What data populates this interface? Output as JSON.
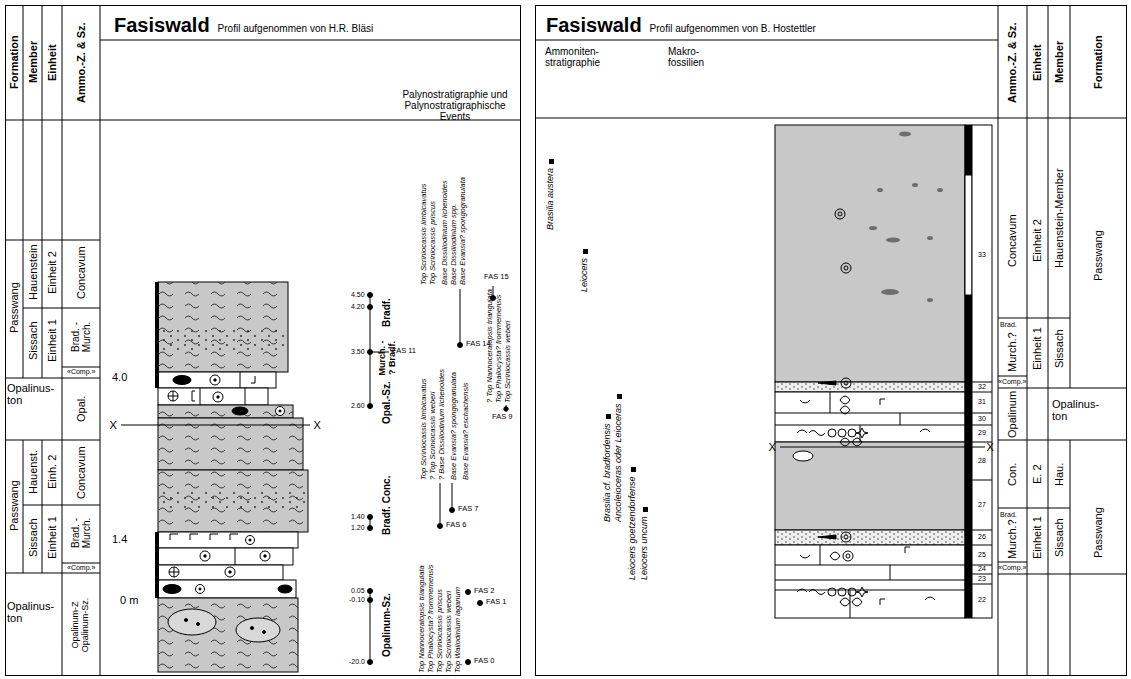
{
  "diagram": {
    "nodes": [
      {
        "text": [
          "Fasiswald",
          "Profil aufgenommen von H.R. Bläsi"
        ]
      },
      {
        "text": [
          "Fasiswald",
          "Profil aufgenommen von B. Hostettler"
        ]
      }
    ],
    "labels": [
      "Formation",
      "Member",
      "Einheit",
      "Ammo.-Z. & Sz.",
      "Palynostratigraphie und Palynostratigraphische Events",
      "Passwang",
      "Hauenstein",
      "Einheit 2",
      "Concavum",
      "Sissach",
      "Einheit 1",
      "Brad. - Murch.",
      "«Comp.»",
      "Opalinus- ton",
      "Opal.",
      "Passwang",
      "Hauenst.",
      "Einh. 2",
      "Concavum",
      "Sissach",
      "Einheit 1",
      "Brad. - Murch.",
      "«Comp.»",
      "Opalinus- ton",
      "Opalinum-Z Opalinum-Sz.",
      "4.0",
      "X",
      "X",
      "1.4",
      "0 m",
      "4.50",
      "4.20",
      "3.50",
      "2.60",
      "1.40",
      "1.20",
      "0.05",
      "-0.10",
      "-20.0",
      "Bradf.",
      "Murch. - ? Bradf.",
      "Opal.-Sz.",
      "Bradf. Conc.",
      "Opalinum-Sz.",
      "Top Scriniocassis limbicavatus",
      "Top Scriniocassis priscus",
      "Base Dissiliodinium lichenoides",
      "Base Dissiliodinium spp.",
      "Base Evansia? spongogranulata",
      "FAS 15",
      "FAS 14",
      "FAS 11",
      "? Top Nannoceratopsis triangulata",
      "Top Phallocysta? frommernensis",
      "Top Scriniocassis weberi",
      "FAS 9",
      "Top Scriniocassis limbicavatus",
      "? Top Scriniocassis weberi",
      "? Base Dissiliodinium lichenoides",
      "Base Evansia? spongogranulata",
      "Base Evansia? eschachensis",
      "FAS 7",
      "FAS 6",
      "Top Nannoceratopsis triangulata",
      "Top Phallocysta? frommernensis",
      "Top Scriniocassis priscus",
      "Top Scriniocassis weberi",
      "Top Wallodinium laganum",
      "FAS 2",
      "FAS 1",
      "FAS 0",
      "Ammoniten- stratigraphie",
      "Makro- fossilien",
      "Ammo.-Z. & Sz.",
      "Einheit",
      "Member",
      "Formation",
      "Brasilia austera",
      "Leiocers",
      "Brasilia cf. bradfordensis",
      "Ancoleioceras oder Leioceras",
      "Leiocers goetzendorfense",
      "Leiocers uncum",
      "X",
      "X",
      "33",
      "32",
      "31",
      "30",
      "29",
      "28",
      "27",
      "26",
      "25",
      "24",
      "23",
      "22",
      "Concavum",
      "Einheit 2",
      "Hauenstein-Member",
      "Passwang",
      "Brad.",
      "Murch.?",
      "Einheit 1",
      "Sissach",
      "«Comp.»",
      "Opalinum",
      "Opalinus- ton",
      "Con.",
      "E. 2",
      "Hau.",
      "Passwang",
      "Brad.",
      "Murch.?",
      "Einheit 1",
      "Sissach",
      "«Comp.»"
    ]
  }
}
